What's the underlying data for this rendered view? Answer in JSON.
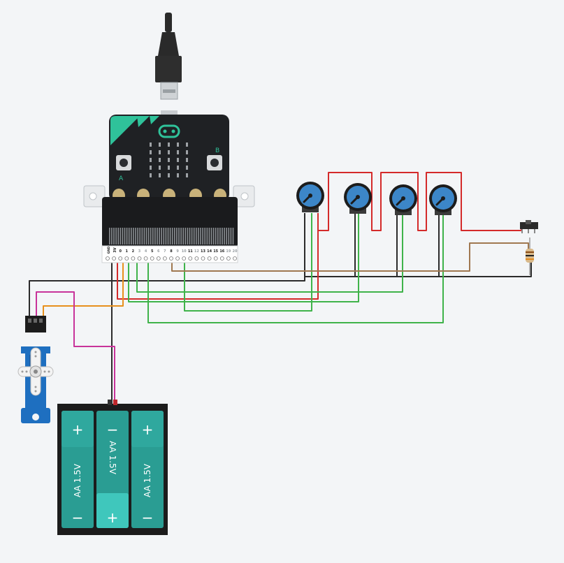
{
  "colors": {
    "background": "#f3f5f7",
    "board": "#1f2124",
    "board_accent": "#2fc29a",
    "wire_black": "#2b2b2b",
    "wire_red": "#d42a2a",
    "wire_green": "#3fb34a",
    "wire_orange": "#e8901c",
    "wire_brown": "#a07850",
    "wire_magenta": "#c8339a",
    "battery_cell": "#2a9d93",
    "battery_cell_light": "#3fc7bc",
    "servo_blue": "#1e6fc0",
    "knob_blue": "#3c86c8"
  },
  "microbit": {
    "pin_labels": [
      "GND",
      "3V",
      "0",
      "1",
      "2",
      "3",
      "4",
      "5",
      "6",
      "7",
      "8",
      "9",
      "10",
      "11",
      "12",
      "13",
      "14",
      "15",
      "16",
      "19",
      "20"
    ],
    "button_a": "A",
    "button_b": "B"
  },
  "battery": {
    "cells": [
      {
        "top": "+",
        "label": "AA 1.5V",
        "bottom": "−"
      },
      {
        "top": "−",
        "label": "AA 1.5V",
        "bottom": "+"
      },
      {
        "top": "+",
        "label": "AA 1.5V",
        "bottom": "−"
      }
    ]
  },
  "components": {
    "potentiometer_icon": "potentiometer-icon",
    "servo_icon": "servo-icon",
    "slide_switch_icon": "slide-switch-icon",
    "resistor_icon": "resistor-icon",
    "usb_cable_icon": "usb-cable-icon"
  }
}
